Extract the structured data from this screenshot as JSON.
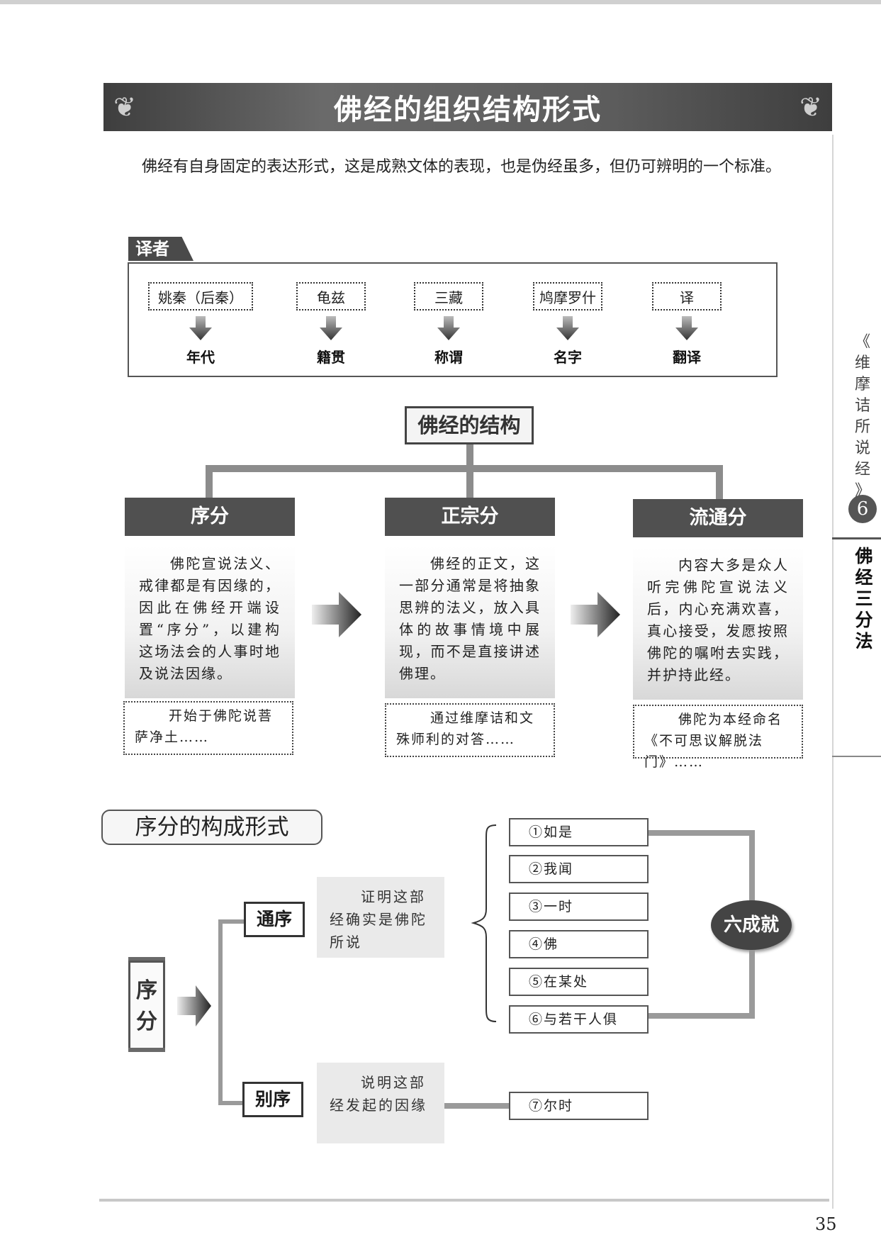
{
  "title": "佛经的组织结构形式",
  "intro": "佛经有自身固定的表达形式，这是成熟文体的表现，也是伪经虽多，但仍可辨明的一个标准。",
  "translator": {
    "tag": "译者",
    "items": [
      {
        "label": "姚秦（后秦）",
        "sub": "年代"
      },
      {
        "label": "龟兹",
        "sub": "籍贯"
      },
      {
        "label": "三藏",
        "sub": "称谓"
      },
      {
        "label": "鸠摩罗什",
        "sub": "名字"
      },
      {
        "label": "译",
        "sub": "翻译"
      }
    ]
  },
  "structure": {
    "title": "佛经的结构",
    "columns": [
      {
        "header": "序分",
        "text": "佛陀宣说法义、戒律都是有因缘的，因此在佛经开端设置“序分”，以建构这场法会的人事时地及说法因缘。",
        "note": "开始于佛陀说菩萨净土……"
      },
      {
        "header": "正宗分",
        "text": "佛经的正文，这一部分通常是将抽象思辨的法义，放入具体的故事情境中展现，而不是直接讲述佛理。",
        "note": "通过维摩诘和文殊师利的对答……"
      },
      {
        "header": "流通分",
        "text": "内容大多是众人听完佛陀宣说法义后，内心充满欢喜，真心接受，发愿按照佛陀的嘱咐去实践，并护持此经。",
        "note": "佛陀为本经命名《不可思议解脱法门》……"
      }
    ]
  },
  "xufen": {
    "title": "序分的构成形式",
    "root_chars": [
      "序",
      "分"
    ],
    "tongxu": {
      "label": "通序",
      "desc": "证明这部经确实是佛陀所说"
    },
    "biexu": {
      "label": "别序",
      "desc": "说明这部经发起的因缘"
    },
    "six_items": [
      "①如是",
      "②我闻",
      "③一时",
      "④佛",
      "⑤在某处",
      "⑥与若干人俱"
    ],
    "six_label": "六成就",
    "extra_item": "⑦尔时"
  },
  "side": {
    "book_chars": [
      "《",
      "维",
      "摩",
      "诘",
      "所",
      "说",
      "经",
      "》"
    ],
    "chapter_num": "6",
    "chapter_chars": [
      "佛",
      "经",
      "三",
      "分",
      "法"
    ]
  },
  "page_number": "35",
  "colors": {
    "banner": "#5c5c5c",
    "header": "#505050",
    "connector": "#8c8c8c"
  }
}
